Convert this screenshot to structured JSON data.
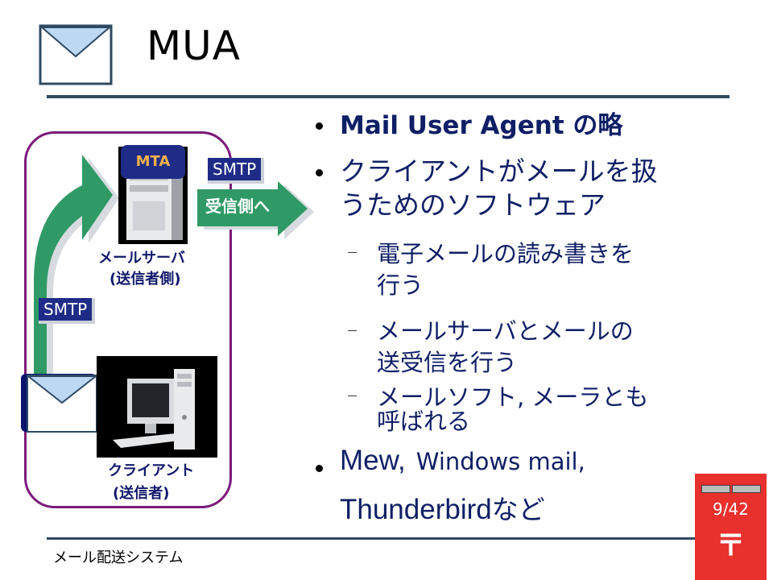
{
  "title": "MUA",
  "footer": "メール配送システム",
  "page_number": "9/42",
  "bullets": {
    "b1": "Mail  User Agent の略",
    "b2_line1": "クライアントがメールを扱",
    "b2_line2": "うためのソフトウェア",
    "s1_line1": "電子メールの読み書きを",
    "s1_line2": "行う",
    "s2_line1": "メールサーバとメールの",
    "s2_line2": "送受信を行う",
    "s3_line1": "メールソフト, メーラとも",
    "s3_line2": "呼ばれる",
    "b3_mew": "Mew,",
    "b3_windows": "Windows mail,",
    "b3_thunder": "Thunderbird",
    "b3_nado": "など"
  },
  "diagram": {
    "mta": "MTA",
    "smtp_top": "SMTP",
    "smtp_left": "SMTP",
    "to_receiver": "受信側へ",
    "server_line1": "メールサーバ",
    "server_line2": "(送信者側)",
    "client_line1": "クライアント",
    "client_line2": "(送信者)"
  },
  "postbox_mark": "〒",
  "colors": {
    "text_navy": "#0f1f66",
    "rule": "#2e4a63",
    "arrow_green": "#2f9a66",
    "frame_purple": "#7b1a78",
    "label_navy": "#1f2c87",
    "postbox_red": "#e8302c",
    "envelope_blue": "#bcd8f2"
  }
}
